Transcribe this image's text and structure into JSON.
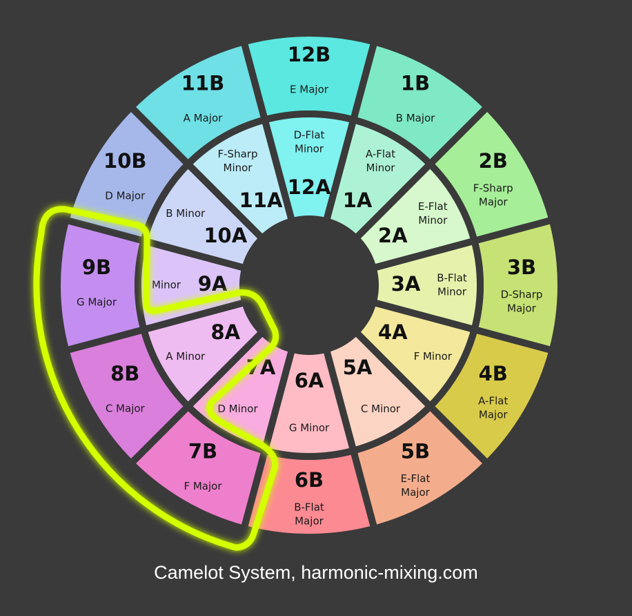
{
  "wheel": {
    "background": "#3a3a3a",
    "highlight_color": "#d4ff00",
    "highlighted": [
      "9B",
      "8B",
      "7B",
      "9A",
      "8A",
      "7A"
    ],
    "outer": [
      {
        "code": "1B",
        "lines": [
          "B Major"
        ],
        "color": "#7fe8c4"
      },
      {
        "code": "2B",
        "lines": [
          "F-Sharp",
          "Major"
        ],
        "color": "#a6ee98"
      },
      {
        "code": "3B",
        "lines": [
          "D-Sharp",
          "Major"
        ],
        "color": "#c6e274"
      },
      {
        "code": "4B",
        "lines": [
          "A-Flat",
          "Major"
        ],
        "color": "#d9cb4a"
      },
      {
        "code": "5B",
        "lines": [
          "E-Flat",
          "Major"
        ],
        "color": "#f4ad8c"
      },
      {
        "code": "6B",
        "lines": [
          "B-Flat",
          "Major"
        ],
        "color": "#fc8a92"
      },
      {
        "code": "7B",
        "lines": [
          "F Major"
        ],
        "color": "#ee7fcc"
      },
      {
        "code": "8B",
        "lines": [
          "C Major"
        ],
        "color": "#da7fdc"
      },
      {
        "code": "9B",
        "lines": [
          "G Major"
        ],
        "color": "#c48ef0"
      },
      {
        "code": "10B",
        "lines": [
          "D Major"
        ],
        "color": "#a6b8ea"
      },
      {
        "code": "11B",
        "lines": [
          "A Major"
        ],
        "color": "#6ee0e6"
      },
      {
        "code": "12B",
        "lines": [
          "E Major"
        ],
        "color": "#5ae8e0"
      }
    ],
    "inner": [
      {
        "code": "1A",
        "lines": [
          "A-Flat",
          "Minor"
        ],
        "color": "#aef2d6"
      },
      {
        "code": "2A",
        "lines": [
          "E-Flat",
          "Minor"
        ],
        "color": "#d6f8cc"
      },
      {
        "code": "3A",
        "lines": [
          "B-Flat",
          "Minor"
        ],
        "color": "#e6f2ac"
      },
      {
        "code": "4A",
        "lines": [
          "F Minor"
        ],
        "color": "#f4e89c"
      },
      {
        "code": "5A",
        "lines": [
          "C Minor"
        ],
        "color": "#fcd4c4"
      },
      {
        "code": "6A",
        "lines": [
          "G Minor"
        ],
        "color": "#ffbcc4"
      },
      {
        "code": "7A",
        "lines": [
          "D Minor"
        ],
        "color": "#f8ace0"
      },
      {
        "code": "8A",
        "lines": [
          "A Minor"
        ],
        "color": "#eebcf0"
      },
      {
        "code": "9A",
        "lines": [
          "Minor"
        ],
        "color": "#dcc4f8"
      },
      {
        "code": "10A",
        "lines": [
          "B Minor"
        ],
        "color": "#ccd6f6"
      },
      {
        "code": "11A",
        "lines": [
          "F-Sharp",
          "Minor"
        ],
        "color": "#bcecf8"
      },
      {
        "code": "12A",
        "lines": [
          "D-Flat",
          "Minor"
        ],
        "color": "#80f2f0"
      }
    ]
  },
  "caption": "Camelot System, harmonic-mixing.com"
}
